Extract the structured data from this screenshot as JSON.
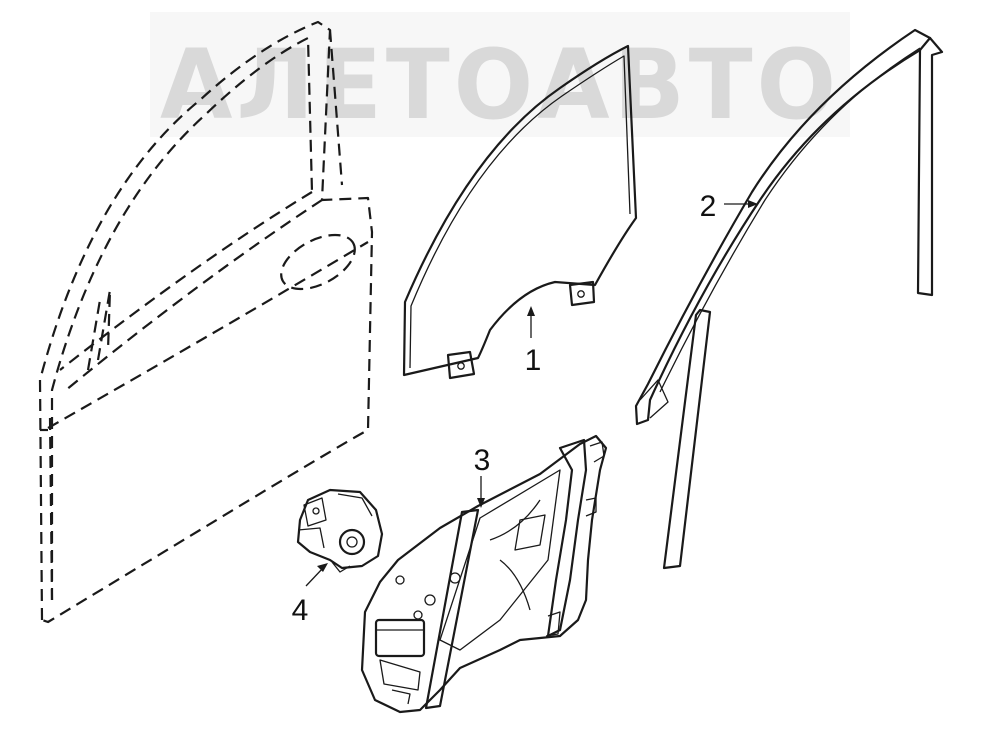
{
  "watermark": {
    "text": "АЛЕТОАВТО",
    "color": "#d9d9d9"
  },
  "line_color": "#1a1a1a",
  "callouts": {
    "glass": "1",
    "run_channel": "2",
    "regulator": "3",
    "motor": "4"
  }
}
